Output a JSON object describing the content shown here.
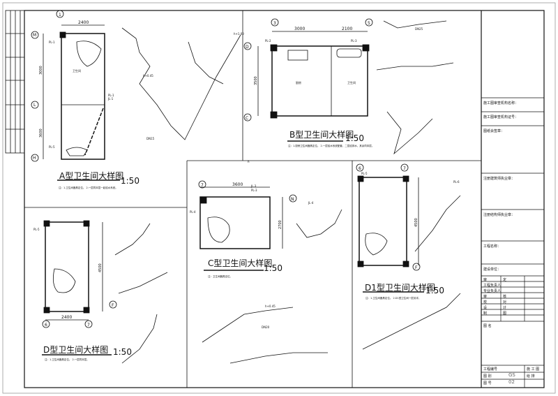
{
  "drawings": {
    "a": {
      "title": "A型卫生间大样图",
      "scale": "1:50",
      "axes": [
        "1",
        "M",
        "L",
        "H"
      ],
      "dims": [
        "2400",
        "3000",
        "3600"
      ],
      "room": "卫生间",
      "note": "注：1.卫生间器具定位。 2.一层同本层一起给水系统。",
      "tags": [
        "PL-1",
        "PL-1",
        "JL-1",
        "PL-5"
      ]
    },
    "b": {
      "title": "B型卫生间大样图",
      "scale": "1:50",
      "axes": [
        "3",
        "5",
        "D",
        "C"
      ],
      "dims": [
        "3000",
        "2100",
        "3500"
      ],
      "rooms": [
        "厨房",
        "卫生间"
      ],
      "note": "注：1.厨房卫生间器具定位。 2.一层给水系统配套，二层给排水，其余同本层。",
      "tags": [
        "PL-2",
        "PL-3",
        "PL-2",
        "PL-2"
      ]
    },
    "c": {
      "title": "C型卫生间大样图",
      "scale": "1:50",
      "axes": [
        "7",
        "N"
      ],
      "dims": [
        "3600",
        "2700"
      ],
      "note": "注：卫生间器具定位。",
      "tags": [
        "JL-3",
        "PL-3",
        "PL-4",
        "JL-4"
      ]
    },
    "d": {
      "title": "D型卫生间大样图",
      "scale": "1:50",
      "axes": [
        "6",
        "7",
        "F"
      ],
      "dims": [
        "2400",
        "4500"
      ],
      "note": "注：1.卫生间器具定位。 2.一层同本层。",
      "tags": [
        "PL-5"
      ]
    },
    "d1": {
      "title": "D1型卫生间大样图",
      "scale": "1:50",
      "axes": [
        "6",
        "7",
        "F"
      ],
      "dims": [
        "4500"
      ],
      "note": "注：1.卫生间器具定位。 2.D1型卫生间一层另详。",
      "tags": [
        "PL-5",
        "PL-6"
      ]
    }
  },
  "pipe_labels": {
    "dn15": "DN15",
    "dn20": "DN20",
    "dn25": "DN25",
    "h045": "h+0.45",
    "h100": "h+1.00",
    "h": "h"
  },
  "title_block": {
    "review_org": "施工图审查机构名称：",
    "review_no": "施工图审查机构证号：",
    "sign": "图纸会签章：",
    "architect": "注册建筑师执业章：",
    "structural": "注册结构师执业章：",
    "project_name": "工程名称：",
    "client": "建设单位：",
    "roles": [
      [
        "审",
        "定"
      ],
      [
        "工程负责人",
        ""
      ],
      [
        "专业负责人",
        ""
      ],
      [
        "审",
        "核"
      ],
      [
        "校",
        "对"
      ],
      [
        "设",
        "计"
      ],
      [
        "制",
        "图"
      ]
    ],
    "drawing_name": "图 名",
    "project_no": "工程编号",
    "stage": "施 工 图",
    "category_label": "图 别",
    "category": "GS",
    "discipline": "给 排",
    "number_label": "图 号",
    "number": "02"
  }
}
